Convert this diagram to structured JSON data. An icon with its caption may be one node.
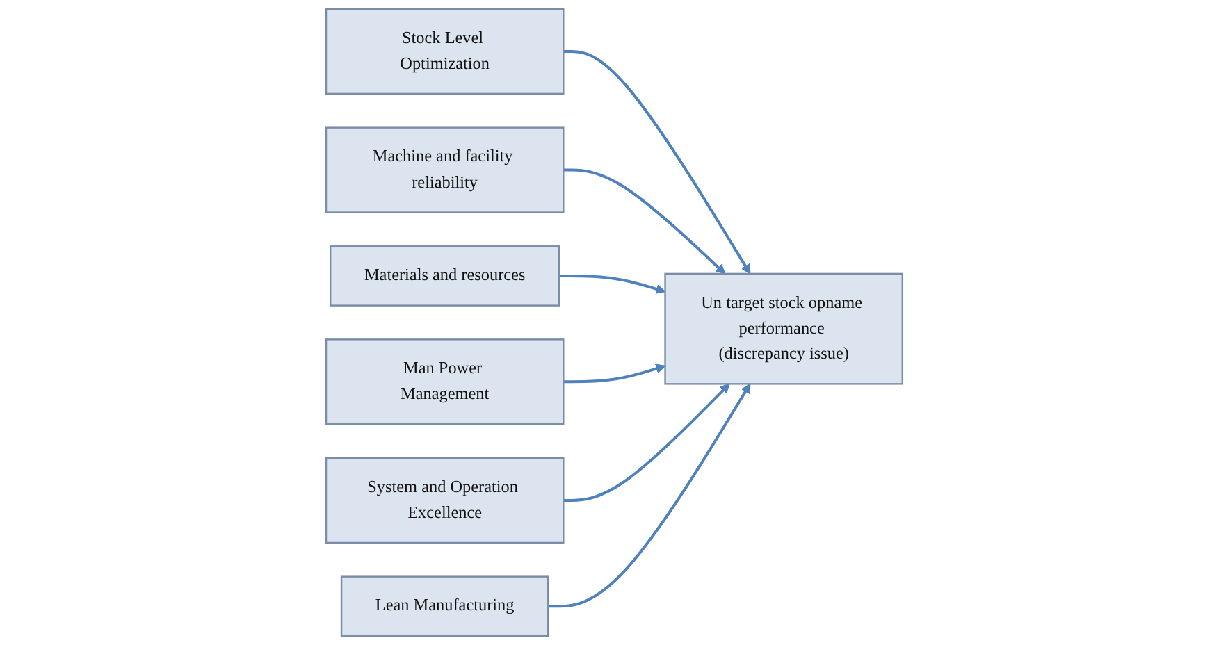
{
  "diagram": {
    "nodes": [
      {
        "text": [
          "Stock Level Optimization"
        ]
      },
      {
        "text": [
          "Machine and facility reliability"
        ]
      },
      {
        "text": [
          "Materials and resources"
        ]
      },
      {
        "text": [
          "Un target stock opname performance (discrepancy issue)"
        ]
      },
      {
        "text": [
          "Man Power Management"
        ]
      },
      {
        "text": [
          "System and Operation Excellence"
        ]
      },
      {
        "text": [
          "Lean Manufacturing"
        ]
      }
    ],
    "edges": [
      {
        "from": 0,
        "to": 3,
        "arrow": "to"
      },
      {
        "from": 1,
        "to": 3,
        "arrow": "to"
      },
      {
        "from": 2,
        "to": 3,
        "arrow": "to"
      },
      {
        "from": 4,
        "to": 3,
        "arrow": "to"
      },
      {
        "from": 5,
        "to": 3,
        "arrow": "to"
      },
      {
        "from": 6,
        "to": 3,
        "arrow": "to"
      }
    ]
  }
}
